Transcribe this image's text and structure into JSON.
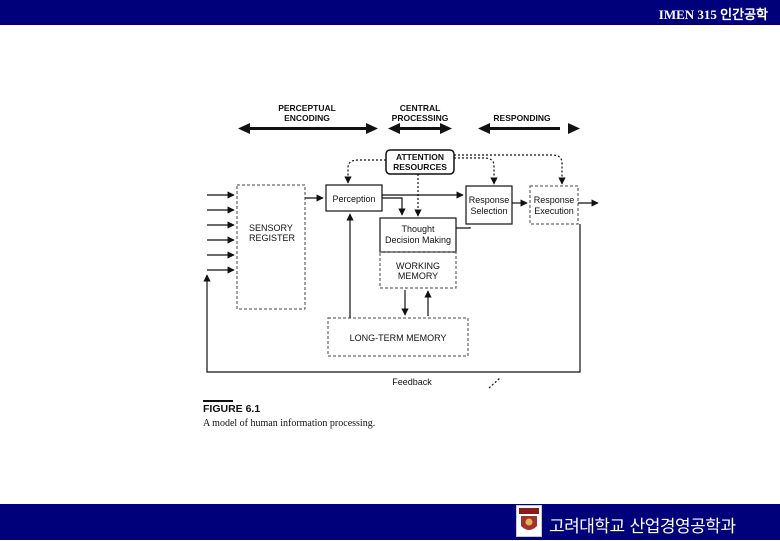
{
  "header": {
    "title": "IMEN 315 인간공학"
  },
  "footer": {
    "institution": "고려대학교 산업경영공학과"
  },
  "figure": {
    "stages": {
      "encoding": [
        "PERCEPTUAL",
        "ENCODING"
      ],
      "central": [
        "CENTRAL",
        "PROCESSING"
      ],
      "responding": "RESPONDING"
    },
    "boxes": {
      "attention": [
        "ATTENTION",
        "RESOURCES"
      ],
      "sensory": [
        "SENSORY",
        "REGISTER"
      ],
      "perception": "Perception",
      "thought": [
        "Thought",
        "Decision Making"
      ],
      "working_memory": [
        "WORKING",
        "MEMORY"
      ],
      "response_selection": [
        "Response",
        "Selection"
      ],
      "response_execution": [
        "Response",
        "Execution"
      ],
      "long_term_memory": "LONG-TERM MEMORY"
    },
    "feedback": "Feedback",
    "number": "FIGURE 6.1",
    "caption": "A model of human information processing."
  },
  "colors": {
    "bar": "#00007a",
    "ink": "#111111"
  }
}
